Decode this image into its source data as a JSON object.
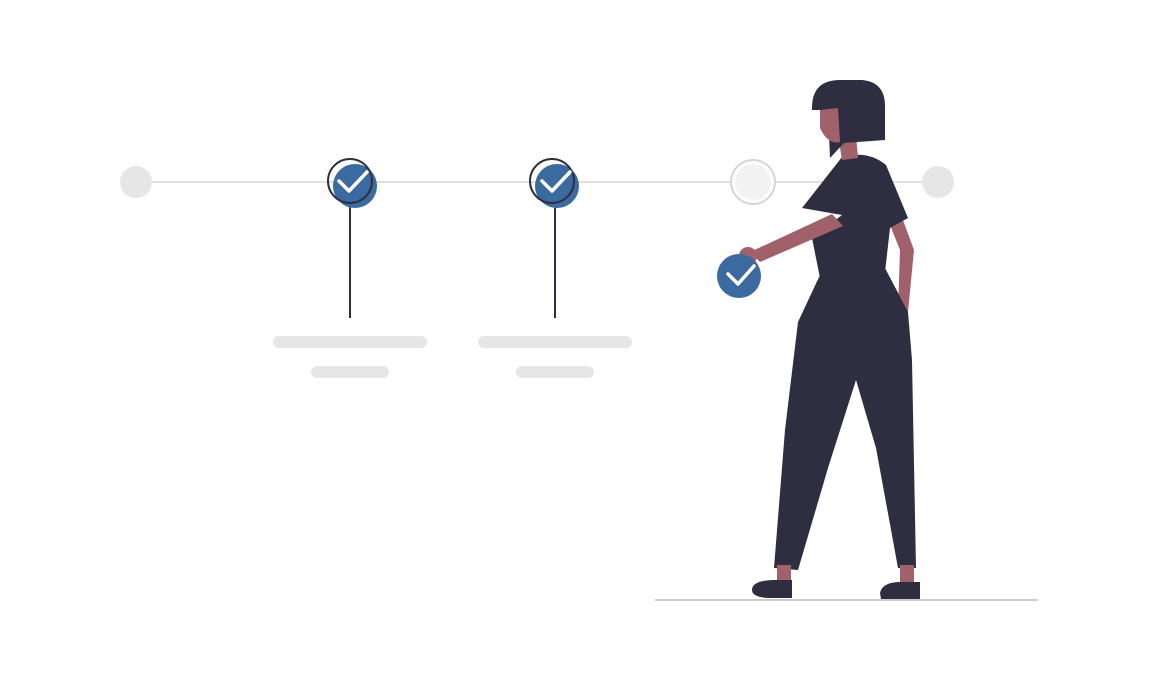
{
  "illustration": {
    "steps": [
      {
        "state": "inactive"
      },
      {
        "state": "completed"
      },
      {
        "state": "completed"
      },
      {
        "state": "pending"
      },
      {
        "state": "inactive"
      }
    ],
    "held_item": {
      "state": "completed",
      "icon": "check-icon"
    }
  },
  "colors": {
    "accent": "#3b6aa0",
    "dark": "#2f2e41",
    "skin": "#a0616a",
    "placeholder": "#e6e6e6",
    "track": "#e0e0e0",
    "ground": "#cccccc",
    "check": "#ffffff"
  }
}
